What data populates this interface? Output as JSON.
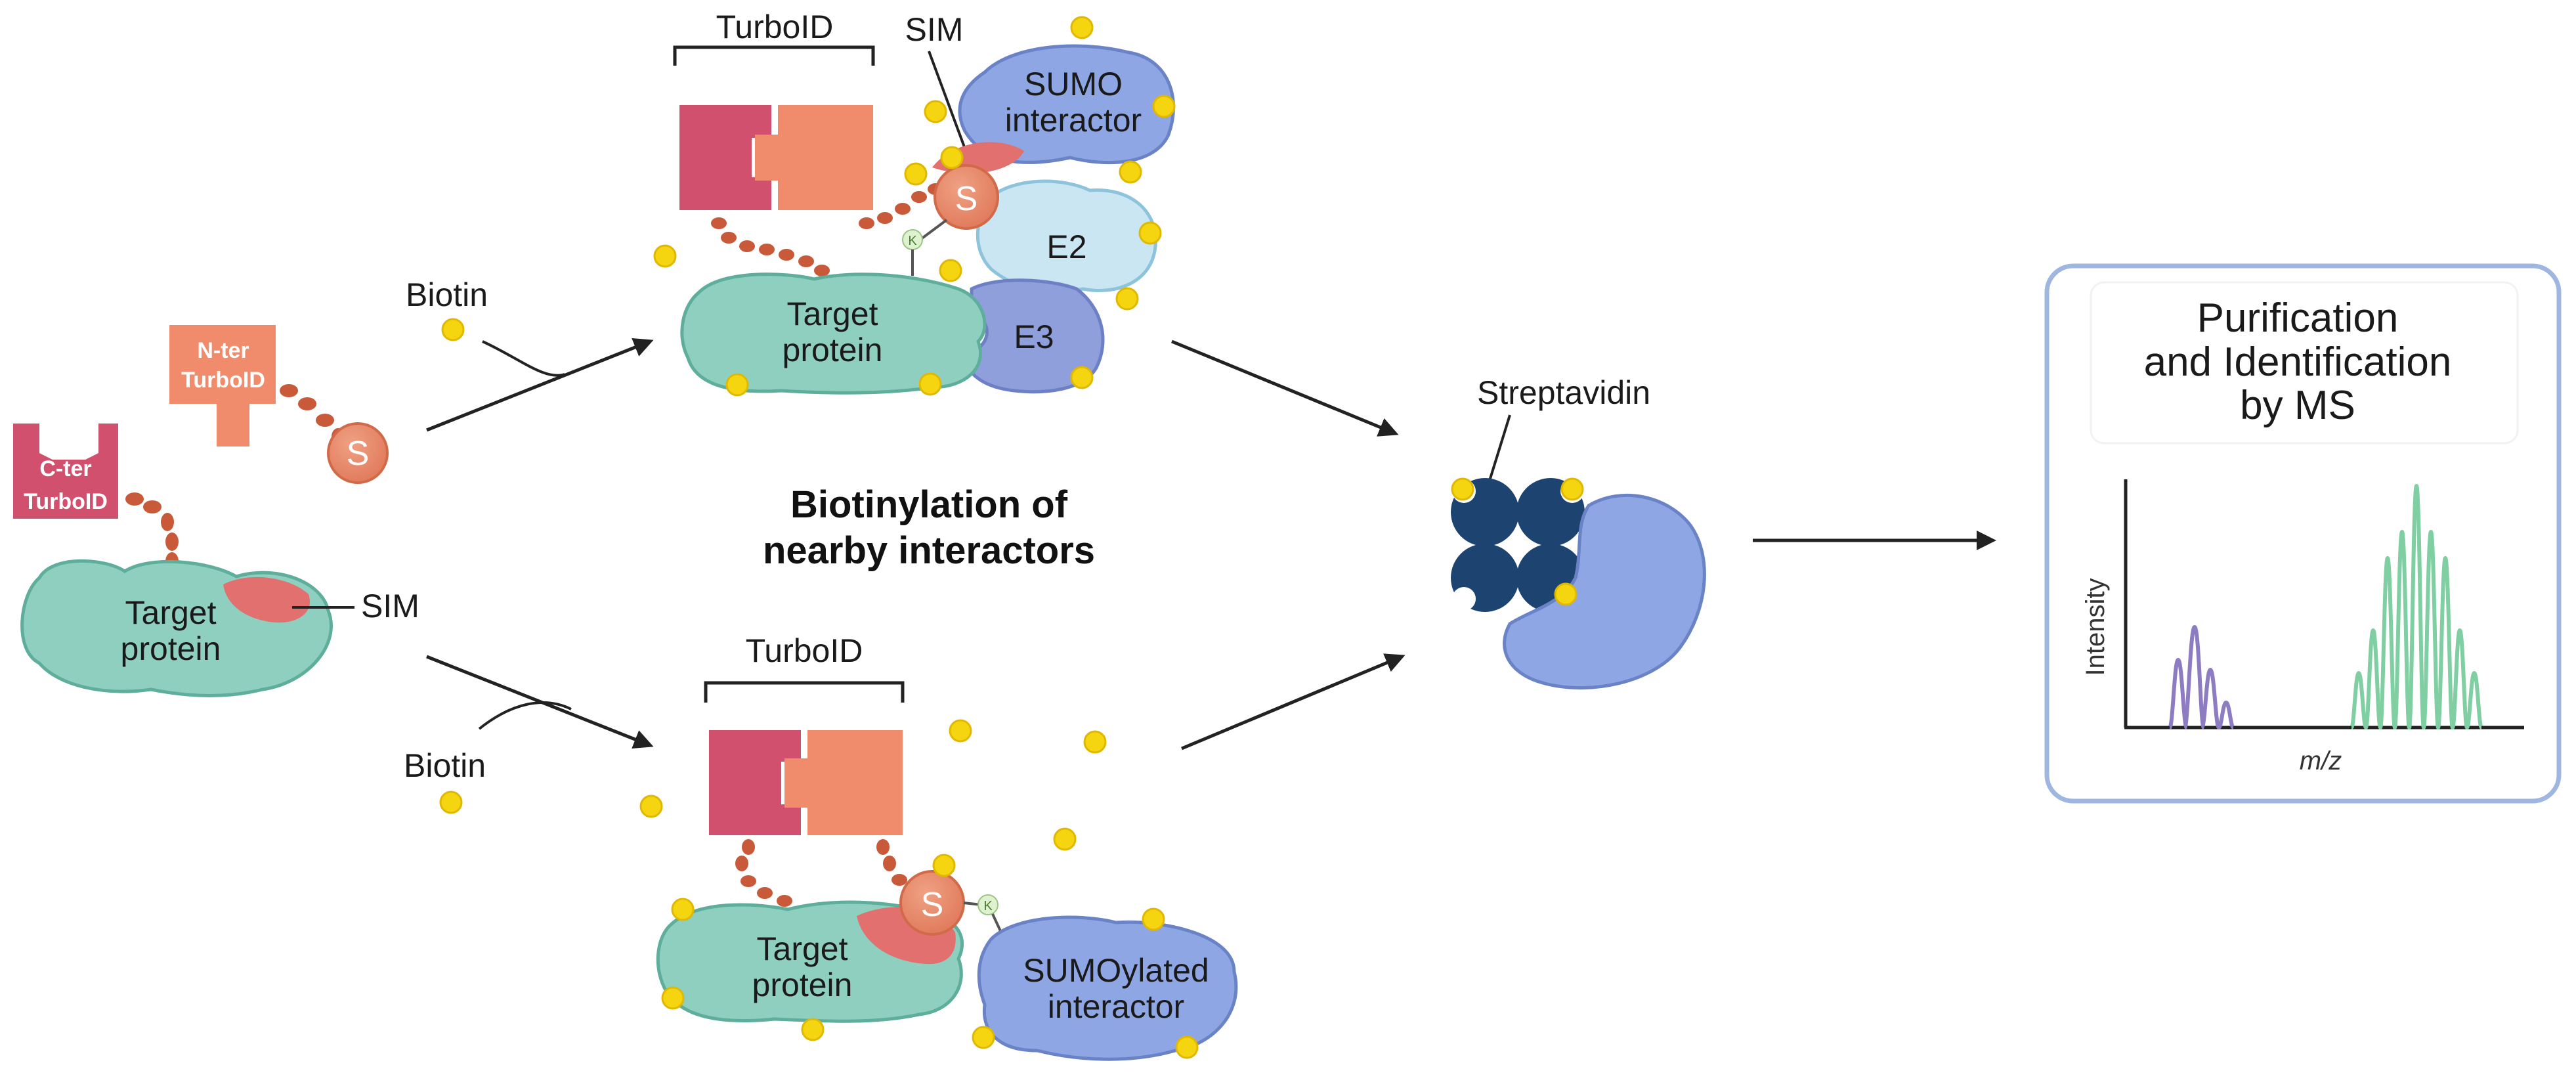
{
  "labels": {
    "cter_line1": "C-ter",
    "cter_line2": "TurboID",
    "nter_line1": "N-ter",
    "nter_line2": "TurboID",
    "s": "S",
    "k": "K",
    "sim": "SIM",
    "target_line1": "Target",
    "target_line2": "protein",
    "biotin": "Biotin",
    "turboid": "TurboID",
    "sumo_interactor_line1": "SUMO",
    "sumo_interactor_line2": "interactor",
    "e2": "E2",
    "e3": "E3",
    "biotinylation_line1": "Biotinylation of",
    "biotinylation_line2": "nearby interactors",
    "sumoylated_line1": "SUMOylated",
    "sumoylated_line2": "interactor",
    "streptavidin": "Streptavidin",
    "ms_title_line1": "Purification",
    "ms_title_line2": "and Identification",
    "ms_title_line3": "by MS",
    "y_axis": "Intensity",
    "x_axis": "m/z"
  },
  "colors": {
    "turboid_dark": "#d1506e",
    "turboid_light": "#f08c6c",
    "sumo_s": "#f0926a",
    "target_protein": "#8fcfbf",
    "sim_patch": "#e2706f",
    "biotin": "#f5d410",
    "interactor_blue": "#8ea6e4",
    "e2_fill": "#c9e6f2",
    "e3_fill": "#8f9fdc",
    "streptavidin": "#1d4370",
    "panel_border": "#9fb6e0",
    "peak_purple": "#8e7cc3",
    "peak_green": "#7fcfa2"
  }
}
